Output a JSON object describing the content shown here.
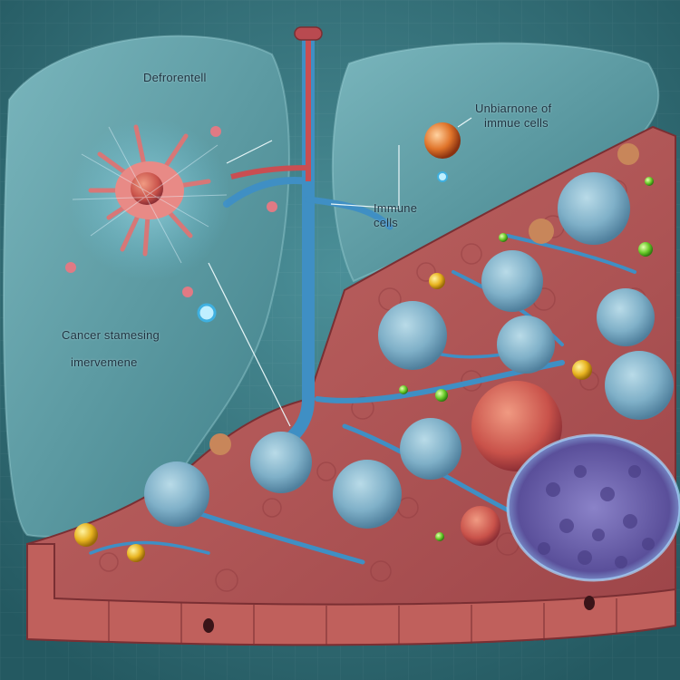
{
  "labels": {
    "top": "Defrorentell",
    "right_line1": "Unbiarnone of",
    "right_line2": "immue cells",
    "immune_line1": "Immune",
    "immune_line2": "cells",
    "left_line1": "Cancer stamesing",
    "left_line2": "imervemene"
  },
  "colors": {
    "background": "#2f6f78",
    "liver_lobe": "#5e9ea6",
    "tissue": "#b4585a",
    "immune_cell": "#7fb0c8",
    "blood_vessel": "#3f8fc4",
    "tumor": "#6a5ea8",
    "cancer_cell": "#c9524a"
  }
}
